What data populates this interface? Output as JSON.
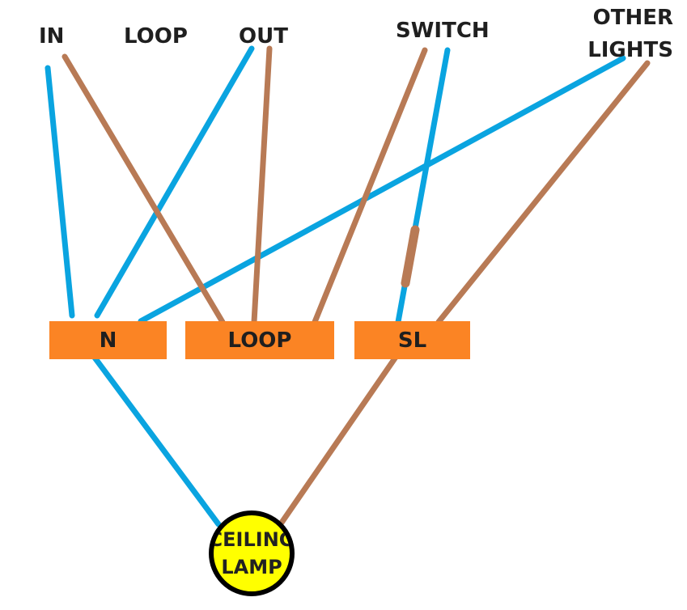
{
  "colors": {
    "neutral": "#0aa4e0",
    "live": "#b87a55",
    "terminal": "#fb8424",
    "lamp": "#ffff00"
  },
  "cables": {
    "in": "IN",
    "loop": "LOOP",
    "out": "OUT",
    "switch": "SWITCH",
    "other_lights_line1": "OTHER",
    "other_lights_line2": "LIGHTS"
  },
  "terminals": {
    "neutral": "N",
    "loop": "LOOP",
    "switched_live": "SL"
  },
  "lamp": {
    "line1": "CEILING",
    "line2": "LAMP"
  }
}
